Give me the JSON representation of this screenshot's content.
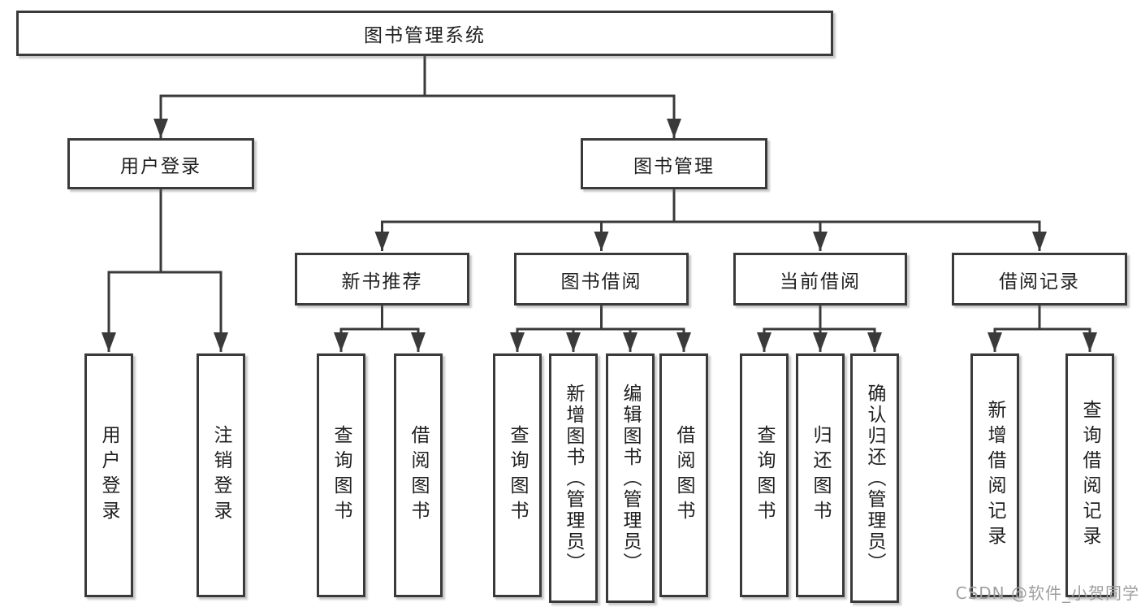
{
  "diagram": {
    "type": "hierarchy-tree",
    "colors": {
      "line": "#3a3a3a",
      "box_border": "#3a3a3a",
      "text": "#1f1f1f",
      "watermark": "#9e9e9e",
      "background": "#ffffff"
    },
    "nodes": {
      "root": {
        "label": "图书管理系统",
        "level": 1
      },
      "user_login": {
        "label": "用户登录",
        "level": 2
      },
      "book_management": {
        "label": "图书管理",
        "level": 2
      },
      "new_book_recommend": {
        "label": "新书推荐",
        "level": 3
      },
      "book_borrow": {
        "label": "图书借阅",
        "level": 3
      },
      "current_borrow": {
        "label": "当前借阅",
        "level": 3
      },
      "borrow_record": {
        "label": "借阅记录",
        "level": 3
      },
      "leaf_user_login": {
        "label": "用户登录",
        "level": 4
      },
      "leaf_logout": {
        "label": "注销登录",
        "level": 4
      },
      "leaf_rec_query": {
        "label": "查询图书",
        "level": 4
      },
      "leaf_rec_borrow": {
        "label": "借阅图书",
        "level": 4
      },
      "leaf_bb_query": {
        "label": "查询图书",
        "level": 4
      },
      "leaf_bb_add": {
        "label": "新增图书（管理员）",
        "level": 4
      },
      "leaf_bb_edit": {
        "label": "编辑图书（管理员）",
        "level": 4
      },
      "leaf_bb_borrow": {
        "label": "借阅图书",
        "level": 4
      },
      "leaf_cb_query": {
        "label": "查询图书",
        "level": 4
      },
      "leaf_cb_return": {
        "label": "归还图书",
        "level": 4
      },
      "leaf_cb_confirm": {
        "label": "确认归还（管理员）",
        "level": 4
      },
      "leaf_br_add": {
        "label": "新增借阅记录",
        "level": 4
      },
      "leaf_br_query": {
        "label": "查询借阅记录",
        "level": 4
      }
    },
    "edges": [
      [
        "root",
        "user_login"
      ],
      [
        "root",
        "book_management"
      ],
      [
        "user_login",
        "leaf_user_login"
      ],
      [
        "user_login",
        "leaf_logout"
      ],
      [
        "book_management",
        "new_book_recommend"
      ],
      [
        "book_management",
        "book_borrow"
      ],
      [
        "book_management",
        "current_borrow"
      ],
      [
        "book_management",
        "borrow_record"
      ],
      [
        "new_book_recommend",
        "leaf_rec_query"
      ],
      [
        "new_book_recommend",
        "leaf_rec_borrow"
      ],
      [
        "book_borrow",
        "leaf_bb_query"
      ],
      [
        "book_borrow",
        "leaf_bb_add"
      ],
      [
        "book_borrow",
        "leaf_bb_edit"
      ],
      [
        "book_borrow",
        "leaf_bb_borrow"
      ],
      [
        "current_borrow",
        "leaf_cb_query"
      ],
      [
        "current_borrow",
        "leaf_cb_return"
      ],
      [
        "current_borrow",
        "leaf_cb_confirm"
      ],
      [
        "borrow_record",
        "leaf_br_add"
      ],
      [
        "borrow_record",
        "leaf_br_query"
      ]
    ],
    "watermark": "CSDN @软件_小贺同学"
  }
}
